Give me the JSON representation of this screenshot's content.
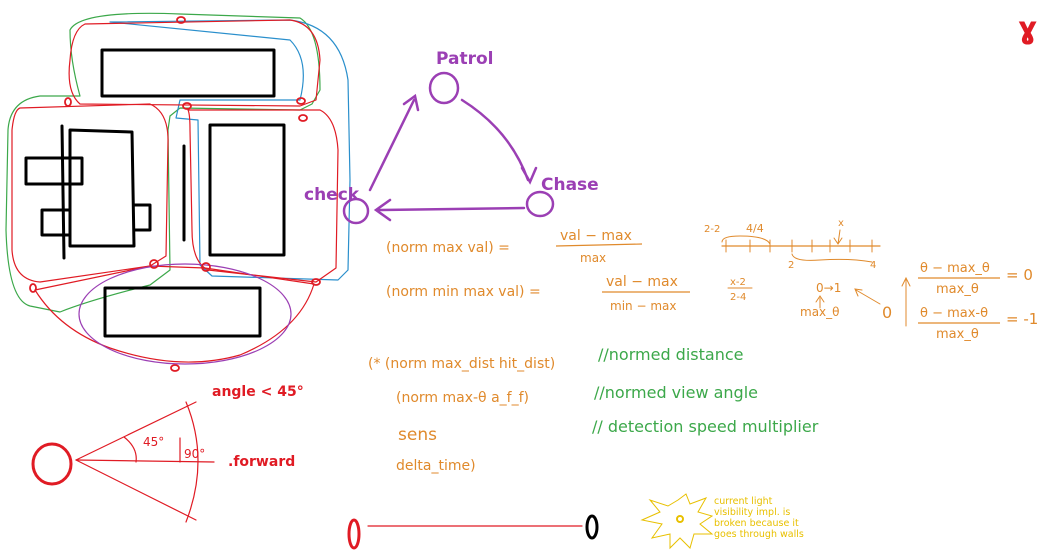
{
  "colors": {
    "black": "#000000",
    "red": "#e01b24",
    "purple": "#9b3fb4",
    "orange": "#e08a2c",
    "green": "#3ca84a",
    "blue": "#2a8fcc",
    "yellow": "#e8c000"
  },
  "state_machine": {
    "states": [
      "Patrol",
      "Chase",
      "check"
    ]
  },
  "formulas": {
    "norm_max_lhs": "(norm max val) =",
    "norm_max_num": "val − max",
    "norm_max_den": "max",
    "norm_min_max_lhs": "(norm min max val) =",
    "norm_min_max_num": "val − max",
    "norm_min_max_den": "min − max"
  },
  "number_line": {
    "label_a": "2-2",
    "label_b": "4/4",
    "label_x": "x",
    "tick_2": "2",
    "tick_4": "4",
    "frac_num": "x-2",
    "frac_den": "2-4",
    "zero_to_one": "0→1",
    "max_theta": "max_θ",
    "arrow_zero": "0"
  },
  "theta_eq": {
    "top_num": "θ − max_θ",
    "top_den": "max_θ",
    "top_result": "= 0",
    "bot_num": "θ − max-θ",
    "bot_den": "max_θ",
    "bot_result": "= -1"
  },
  "detection": {
    "line1": "(* (norm max_dist hit_dist)",
    "comment1": "//normed distance",
    "line2": "(norm max-θ a_f_f)",
    "comment2": "//normed view angle",
    "line3": "sens",
    "comment3": "// detection speed multiplier",
    "line4": "delta_time)"
  },
  "view_cone": {
    "angle_condition": "angle < 45°",
    "inner_angle": "45°",
    "right_angle": "90°",
    "forward": ".forward"
  },
  "light_note": {
    "text_line1": "current light",
    "text_line2": "visibility impl. is",
    "text_line3": "broken because it",
    "text_line4": "goes through walls"
  },
  "corner_mark": "ɣ"
}
